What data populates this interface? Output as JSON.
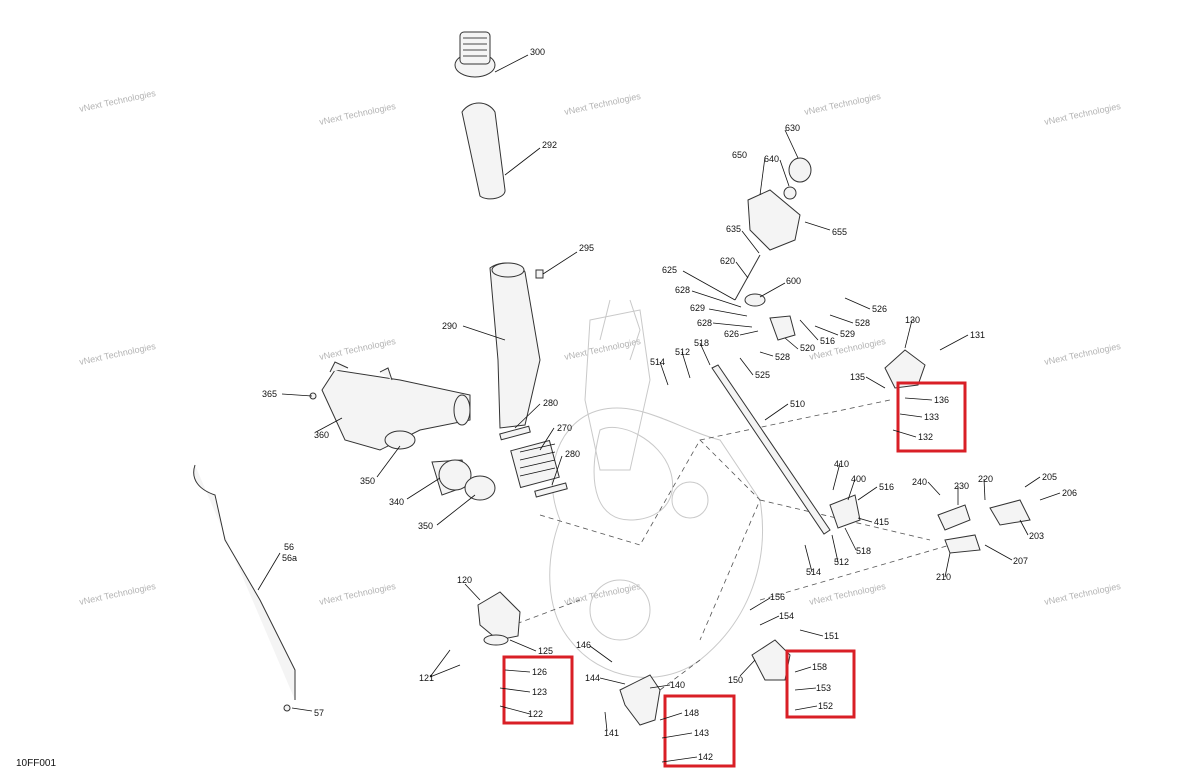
{
  "figure_code": "10FF001",
  "watermark_text": "vNext Technologies",
  "highlight_color": "#d91f26",
  "callouts": [
    {
      "id": "c300",
      "text": "300"
    },
    {
      "id": "c292",
      "text": "292"
    },
    {
      "id": "c295",
      "text": "295"
    },
    {
      "id": "c290",
      "text": "290"
    },
    {
      "id": "c365",
      "text": "365"
    },
    {
      "id": "c360",
      "text": "360"
    },
    {
      "id": "c280a",
      "text": "280"
    },
    {
      "id": "c270",
      "text": "270"
    },
    {
      "id": "c280b",
      "text": "280"
    },
    {
      "id": "c350a",
      "text": "350"
    },
    {
      "id": "c340",
      "text": "340"
    },
    {
      "id": "c350b",
      "text": "350"
    },
    {
      "id": "c56",
      "text": "56"
    },
    {
      "id": "c56a",
      "text": "56a"
    },
    {
      "id": "c57",
      "text": "57"
    },
    {
      "id": "c630",
      "text": "630"
    },
    {
      "id": "c650",
      "text": "650"
    },
    {
      "id": "c640",
      "text": "640"
    },
    {
      "id": "c655",
      "text": "655"
    },
    {
      "id": "c635",
      "text": "635"
    },
    {
      "id": "c625",
      "text": "625"
    },
    {
      "id": "c620",
      "text": "620"
    },
    {
      "id": "c600",
      "text": "600"
    },
    {
      "id": "c628a",
      "text": "628"
    },
    {
      "id": "c629",
      "text": "629"
    },
    {
      "id": "c628b",
      "text": "628"
    },
    {
      "id": "c626",
      "text": "626"
    },
    {
      "id": "c526",
      "text": "526"
    },
    {
      "id": "c528a",
      "text": "528"
    },
    {
      "id": "c529",
      "text": "529"
    },
    {
      "id": "c516a",
      "text": "516"
    },
    {
      "id": "c520",
      "text": "520"
    },
    {
      "id": "c528b",
      "text": "528"
    },
    {
      "id": "c525",
      "text": "525"
    },
    {
      "id": "c514a",
      "text": "514"
    },
    {
      "id": "c512a",
      "text": "512"
    },
    {
      "id": "c518a",
      "text": "518"
    },
    {
      "id": "c510",
      "text": "510"
    },
    {
      "id": "c130",
      "text": "130"
    },
    {
      "id": "c131",
      "text": "131"
    },
    {
      "id": "c135",
      "text": "135"
    },
    {
      "id": "c136",
      "text": "136"
    },
    {
      "id": "c133",
      "text": "133"
    },
    {
      "id": "c132",
      "text": "132"
    },
    {
      "id": "c410",
      "text": "410"
    },
    {
      "id": "c400",
      "text": "400"
    },
    {
      "id": "c516b",
      "text": "516"
    },
    {
      "id": "c415",
      "text": "415"
    },
    {
      "id": "c518b",
      "text": "518"
    },
    {
      "id": "c512b",
      "text": "512"
    },
    {
      "id": "c514b",
      "text": "514"
    },
    {
      "id": "c240",
      "text": "240"
    },
    {
      "id": "c230",
      "text": "230"
    },
    {
      "id": "c220",
      "text": "220"
    },
    {
      "id": "c205",
      "text": "205"
    },
    {
      "id": "c206",
      "text": "206"
    },
    {
      "id": "c203",
      "text": "203"
    },
    {
      "id": "c207",
      "text": "207"
    },
    {
      "id": "c210",
      "text": "210"
    },
    {
      "id": "c120",
      "text": "120"
    },
    {
      "id": "c125",
      "text": "125"
    },
    {
      "id": "c121",
      "text": "121"
    },
    {
      "id": "c126",
      "text": "126"
    },
    {
      "id": "c123",
      "text": "123"
    },
    {
      "id": "c122",
      "text": "122"
    },
    {
      "id": "c146",
      "text": "146"
    },
    {
      "id": "c144",
      "text": "144"
    },
    {
      "id": "c140",
      "text": "140"
    },
    {
      "id": "c148",
      "text": "148"
    },
    {
      "id": "c143",
      "text": "143"
    },
    {
      "id": "c142",
      "text": "142"
    },
    {
      "id": "c141",
      "text": "141"
    },
    {
      "id": "c156",
      "text": "156"
    },
    {
      "id": "c154",
      "text": "154"
    },
    {
      "id": "c151",
      "text": "151"
    },
    {
      "id": "c150",
      "text": "150"
    },
    {
      "id": "c158",
      "text": "158"
    },
    {
      "id": "c153",
      "text": "153"
    },
    {
      "id": "c152",
      "text": "152"
    }
  ]
}
